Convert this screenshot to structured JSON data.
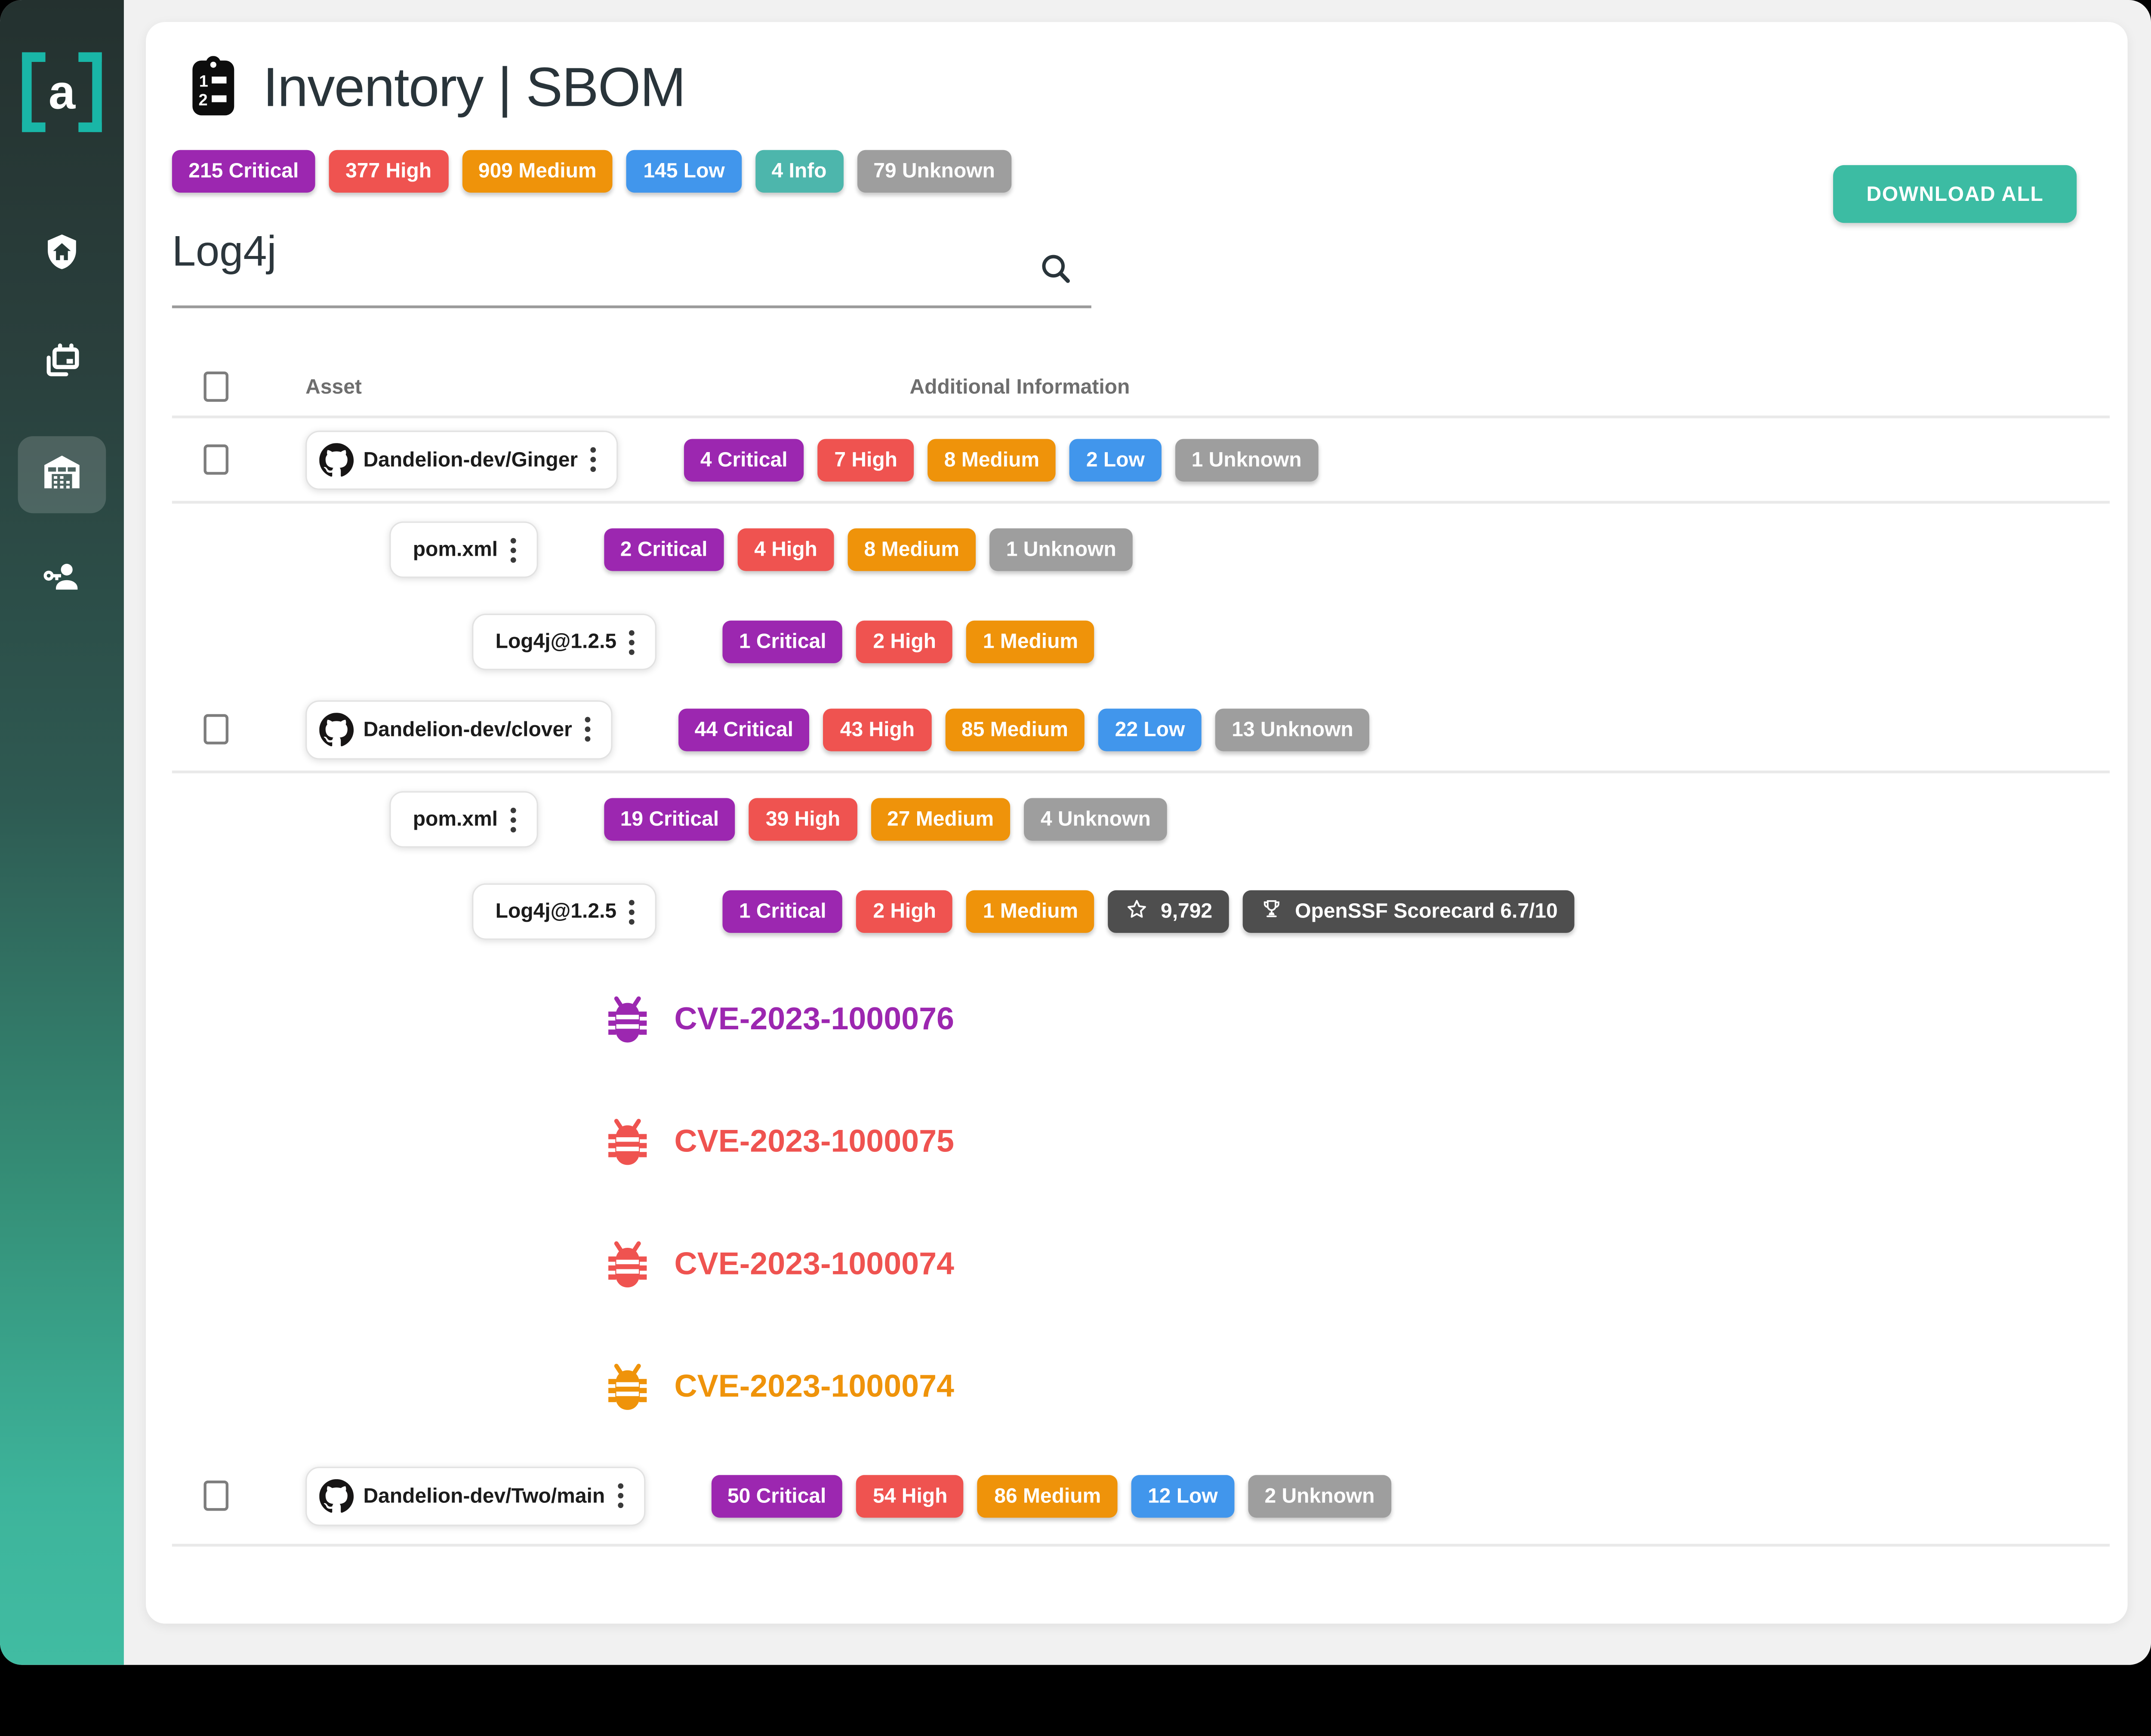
{
  "colors": {
    "critical": "#9c27b0",
    "high": "#ef5350",
    "medium": "#ef930a",
    "low": "#4196ec",
    "info": "#4db6ac",
    "unknown": "#9e9e9e",
    "dark": "#4e4e4e",
    "accent": "#3cbca3",
    "logo_teal": "#19b6a7"
  },
  "sidebar": {
    "logo_text": "a",
    "items": [
      {
        "id": "shield-home",
        "active": false
      },
      {
        "id": "calendar-multiple",
        "active": false
      },
      {
        "id": "warehouse",
        "active": true
      },
      {
        "id": "account-key",
        "active": false
      }
    ]
  },
  "header": {
    "title": "Inventory | SBOM",
    "download_label": "DOWNLOAD ALL"
  },
  "summary_badges": [
    {
      "text": "215 Critical",
      "sev": "critical"
    },
    {
      "text": "377 High",
      "sev": "high"
    },
    {
      "text": "909 Medium",
      "sev": "medium"
    },
    {
      "text": "145 Low",
      "sev": "low"
    },
    {
      "text": "4 Info",
      "sev": "info"
    },
    {
      "text": "79 Unknown",
      "sev": "unknown"
    }
  ],
  "search": {
    "value": "Log4j"
  },
  "table": {
    "columns": {
      "asset": "Asset",
      "info": "Additional Information"
    },
    "rows": [
      {
        "kind": "repo",
        "checkbox": true,
        "github": true,
        "name": "Dandelion-dev/Ginger",
        "divider": true,
        "badges": [
          {
            "text": "4 Critical",
            "sev": "critical"
          },
          {
            "text": "7 High",
            "sev": "high"
          },
          {
            "text": "8 Medium",
            "sev": "medium"
          },
          {
            "text": "2 Low",
            "sev": "low"
          },
          {
            "text": "1 Unknown",
            "sev": "unknown"
          }
        ]
      },
      {
        "kind": "file",
        "name": "pom.xml",
        "badges": [
          {
            "text": "2 Critical",
            "sev": "critical"
          },
          {
            "text": "4 High",
            "sev": "high"
          },
          {
            "text": "8 Medium",
            "sev": "medium"
          },
          {
            "text": "1 Unknown",
            "sev": "unknown"
          }
        ]
      },
      {
        "kind": "package",
        "name": "Log4j@1.2.5",
        "badges": [
          {
            "text": "1 Critical",
            "sev": "critical"
          },
          {
            "text": "2 High",
            "sev": "high"
          },
          {
            "text": "1 Medium",
            "sev": "medium"
          }
        ]
      },
      {
        "kind": "repo",
        "checkbox": true,
        "github": true,
        "name": "Dandelion-dev/clover",
        "divider": true,
        "badges": [
          {
            "text": "44 Critical",
            "sev": "critical"
          },
          {
            "text": "43 High",
            "sev": "high"
          },
          {
            "text": "85 Medium",
            "sev": "medium"
          },
          {
            "text": "22 Low",
            "sev": "low"
          },
          {
            "text": "13 Unknown",
            "sev": "unknown"
          }
        ]
      },
      {
        "kind": "file",
        "name": "pom.xml",
        "badges": [
          {
            "text": "19 Critical",
            "sev": "critical"
          },
          {
            "text": "39 High",
            "sev": "high"
          },
          {
            "text": "27 Medium",
            "sev": "medium"
          },
          {
            "text": "4 Unknown",
            "sev": "unknown"
          }
        ]
      },
      {
        "kind": "package",
        "name": "Log4j@1.2.5",
        "badges": [
          {
            "text": "1 Critical",
            "sev": "critical"
          },
          {
            "text": "2 High",
            "sev": "high"
          },
          {
            "text": "1 Medium",
            "sev": "medium"
          },
          {
            "text": "9,792",
            "sev": "dark",
            "icon": "star-icon"
          },
          {
            "text": "OpenSSF Scorecard 6.7/10",
            "sev": "dark",
            "icon": "trophy-icon"
          }
        ]
      },
      {
        "kind": "cve",
        "name": "CVE-2023-1000076",
        "sev": "critical"
      },
      {
        "kind": "cve",
        "name": "CVE-2023-1000075",
        "sev": "high"
      },
      {
        "kind": "cve",
        "name": "CVE-2023-1000074",
        "sev": "high"
      },
      {
        "kind": "cve",
        "name": "CVE-2023-1000074",
        "sev": "medium"
      },
      {
        "kind": "repo",
        "checkbox": true,
        "github": true,
        "name": "Dandelion-dev/Two/main",
        "divider": true,
        "badges": [
          {
            "text": "50 Critical",
            "sev": "critical"
          },
          {
            "text": "54 High",
            "sev": "high"
          },
          {
            "text": "86 Medium",
            "sev": "medium"
          },
          {
            "text": "12 Low",
            "sev": "low"
          },
          {
            "text": "2 Unknown",
            "sev": "unknown"
          }
        ]
      }
    ]
  }
}
